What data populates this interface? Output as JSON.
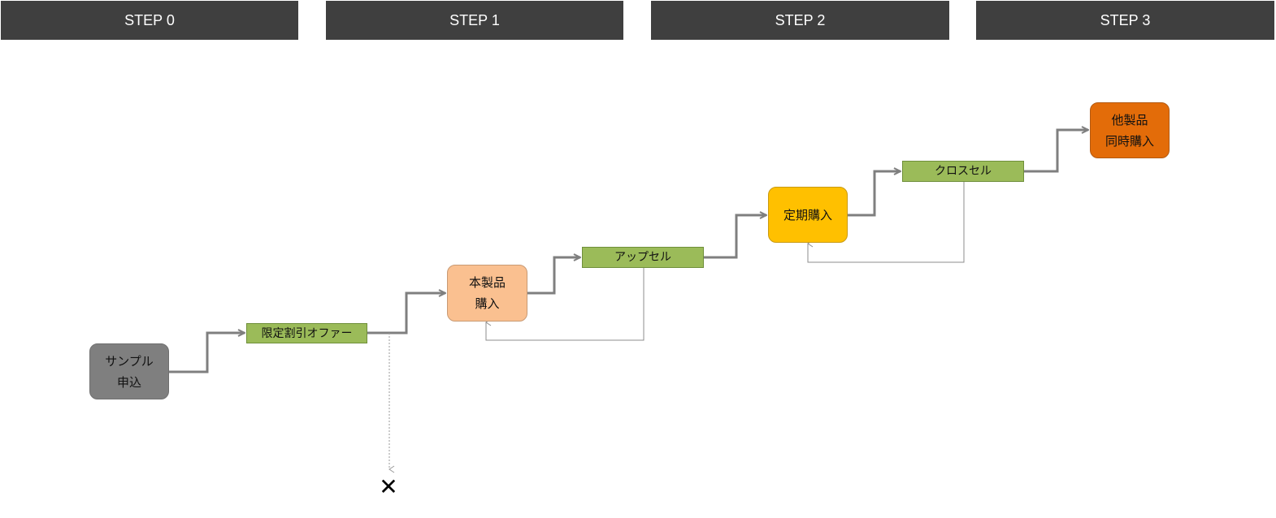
{
  "steps": [
    {
      "label": "STEP 0"
    },
    {
      "label": "STEP 1"
    },
    {
      "label": "STEP 2"
    },
    {
      "label": "STEP 3"
    }
  ],
  "nodes": {
    "sample": {
      "line1": "サンプル",
      "line2": "申込",
      "color": "#7f7f7f"
    },
    "offer": {
      "label": "限定割引オファー",
      "color": "#9bbb59"
    },
    "main_product": {
      "line1": "本製品",
      "line2": "購入",
      "color": "#fac090"
    },
    "upsell": {
      "label": "アップセル",
      "color": "#9bbb59"
    },
    "regular": {
      "label": "定期購入",
      "color": "#ffc000"
    },
    "cross_sell": {
      "label": "クロスセル",
      "color": "#9bbb59"
    },
    "other_products": {
      "line1": "他製品",
      "line2": "同時購入",
      "color": "#e36c09"
    }
  },
  "exit_mark": "✕",
  "colors": {
    "header_bg": "#3f3f3f",
    "arrow": "#7f7f7f"
  }
}
